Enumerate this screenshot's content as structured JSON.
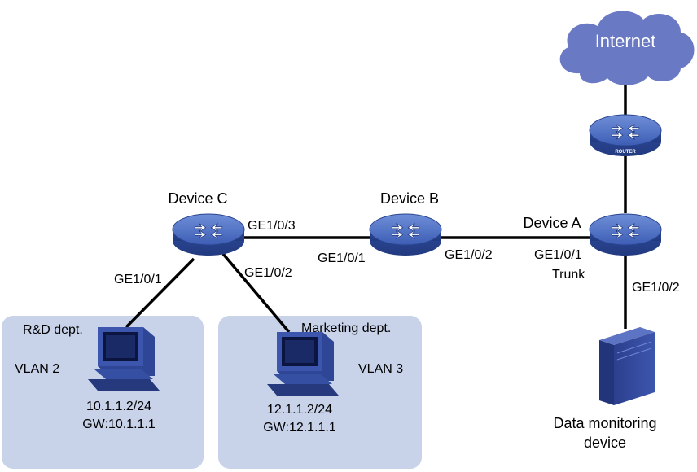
{
  "cloud": {
    "label": "Internet"
  },
  "router": {
    "label": "ROUTER"
  },
  "devices": {
    "a": {
      "name": "Device A"
    },
    "b": {
      "name": "Device B"
    },
    "c": {
      "name": "Device C"
    }
  },
  "ports": {
    "c_to_b": "GE1/0/3",
    "b_from_c": "GE1/0/1",
    "b_to_a": "GE1/0/2",
    "a_from_b": "GE1/0/1",
    "a_from_b_mode": "Trunk",
    "a_to_monitor": "GE1/0/2",
    "c_to_rd": "GE1/0/1",
    "c_to_mkt": "GE1/0/2"
  },
  "groups": {
    "rd": {
      "name": "R&D dept.",
      "vlan": "VLAN 2",
      "ip": "10.1.1.2/24",
      "gw": "GW:10.1.1.1"
    },
    "marketing": {
      "name": "Marketing dept.",
      "vlan": "VLAN 3",
      "ip": "12.1.1.2/24",
      "gw": "GW:12.1.1.1"
    }
  },
  "monitor": {
    "line1": "Data monitoring",
    "line2": "device"
  },
  "colors": {
    "vlan_zone": "#c8d3ea",
    "device_blue": "#3a55a4",
    "cloud": "#6a79c4",
    "link": "#000000"
  }
}
